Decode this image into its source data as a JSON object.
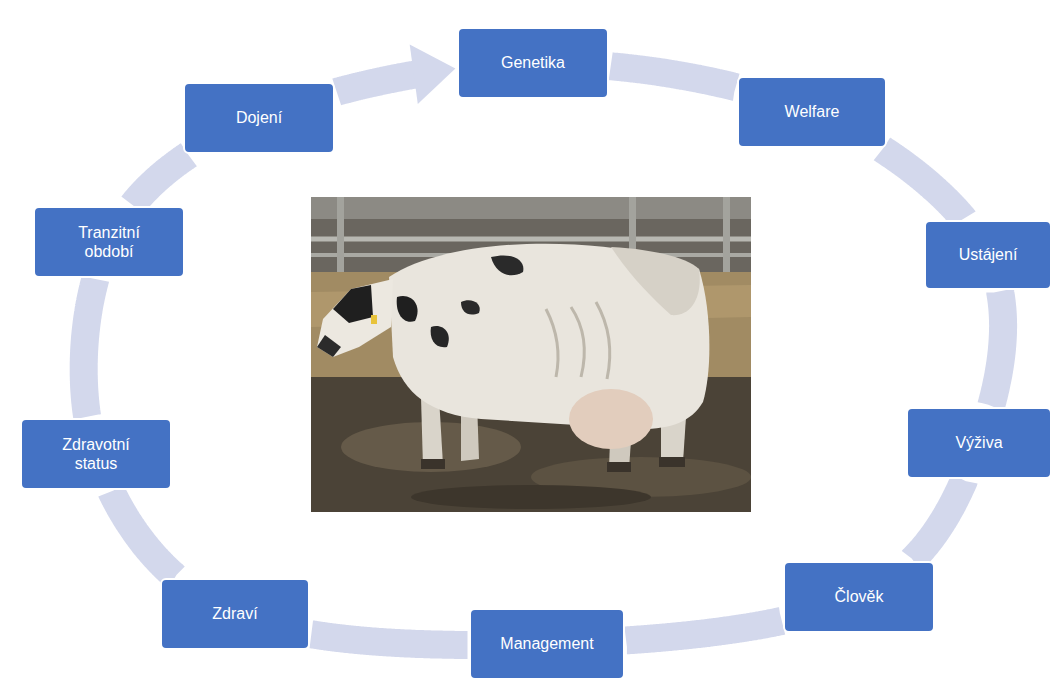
{
  "diagram": {
    "nodes": [
      {
        "text": [
          "Genetika"
        ]
      },
      {
        "text": [
          "Welfare"
        ]
      },
      {
        "text": [
          "Ustájení"
        ]
      },
      {
        "text": [
          "Výživa"
        ]
      },
      {
        "text": [
          "Člověk"
        ]
      },
      {
        "text": [
          "Management"
        ]
      },
      {
        "text": [
          "Zdraví"
        ]
      },
      {
        "text": [
          "Zdravotní status"
        ]
      },
      {
        "text": [
          "Tranzitní období"
        ]
      },
      {
        "text": [
          "Dojení"
        ]
      }
    ],
    "edges": [
      {
        "from": 0,
        "to": 1,
        "arrow": "none"
      },
      {
        "from": 1,
        "to": 2,
        "arrow": "none"
      },
      {
        "from": 2,
        "to": 3,
        "arrow": "none"
      },
      {
        "from": 3,
        "to": 4,
        "arrow": "none"
      },
      {
        "from": 4,
        "to": 5,
        "arrow": "none"
      },
      {
        "from": 5,
        "to": 6,
        "arrow": "none"
      },
      {
        "from": 6,
        "to": 7,
        "arrow": "none"
      },
      {
        "from": 7,
        "to": 8,
        "arrow": "none"
      },
      {
        "from": 8,
        "to": 9,
        "arrow": "none"
      },
      {
        "from": 9,
        "to": 0,
        "arrow": "to"
      }
    ]
  }
}
